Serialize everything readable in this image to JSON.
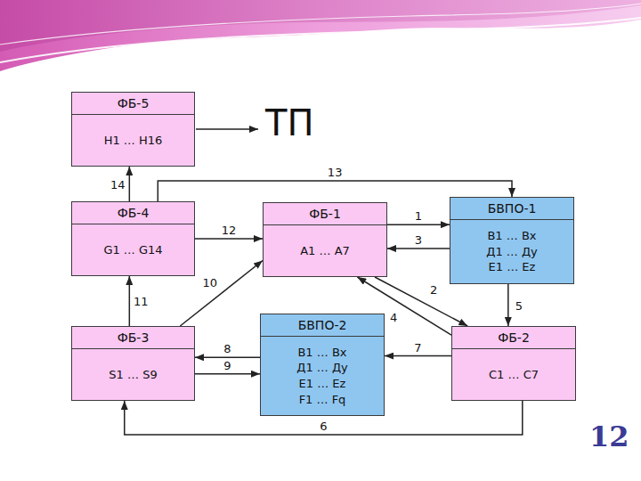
{
  "diagram": {
    "nodes": [
      {
        "text": [
          "ФБ-5",
          "Н1 … Н16"
        ]
      },
      {
        "text": [
          "ФБ-4",
          "G1 … G14"
        ]
      },
      {
        "text": [
          "ФБ-1",
          "А1 … А7"
        ]
      },
      {
        "text": [
          "БВПО-1",
          "В1 … Вx",
          "Д1 … Ду",
          "Е1 … Еz"
        ]
      },
      {
        "text": [
          "ФБ-3",
          "S1 … S9"
        ]
      },
      {
        "text": [
          "БВПО-2",
          "В1 … Вx",
          "Д1 … Ду",
          "Е1 … Еz",
          "F1 … Fq"
        ]
      },
      {
        "text": [
          "ФБ-2",
          "С1 … С7"
        ]
      }
    ],
    "edges": [
      {
        "from": 2,
        "to": 3,
        "label": "1",
        "arrow": "to"
      },
      {
        "from": 2,
        "to": 6,
        "label": "2",
        "arrow": "to"
      },
      {
        "from": 3,
        "to": 2,
        "label": "3",
        "arrow": "to"
      },
      {
        "from": 6,
        "to": 2,
        "label": "4",
        "arrow": "to"
      },
      {
        "from": 3,
        "to": 6,
        "label": "5",
        "arrow": "to"
      },
      {
        "from": 6,
        "to": 4,
        "label": "6",
        "arrow": "to"
      },
      {
        "from": 6,
        "to": 5,
        "label": "7",
        "arrow": "to"
      },
      {
        "from": 5,
        "to": 4,
        "label": "8",
        "arrow": "to"
      },
      {
        "from": 4,
        "to": 5,
        "label": "9",
        "arrow": "to"
      },
      {
        "from": 4,
        "to": 2,
        "label": "10",
        "arrow": "to"
      },
      {
        "from": 4,
        "to": 1,
        "label": "11",
        "arrow": "to"
      },
      {
        "from": 1,
        "to": 2,
        "label": "12",
        "arrow": "to"
      },
      {
        "from": 1,
        "to": 3,
        "label": "13",
        "arrow": "to"
      },
      {
        "from": 1,
        "to": 0,
        "label": "14",
        "arrow": "to"
      }
    ],
    "labels": [
      "ТП",
      "12"
    ]
  }
}
